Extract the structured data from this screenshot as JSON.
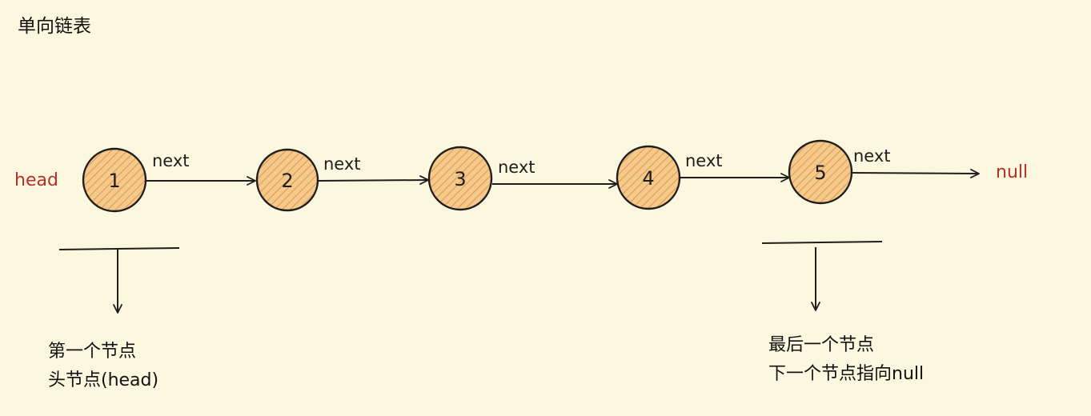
{
  "title": "单向链表",
  "head_label": "head",
  "null_label": "null",
  "nodes": [
    {
      "value": "1",
      "next_label": "next"
    },
    {
      "value": "2",
      "next_label": "next"
    },
    {
      "value": "3",
      "next_label": "next"
    },
    {
      "value": "4",
      "next_label": "next"
    },
    {
      "value": "5",
      "next_label": "next"
    }
  ],
  "annotations": {
    "first": {
      "line1": "第一个节点",
      "line2": "头节点(head)"
    },
    "last": {
      "line1": "最后一个节点",
      "line2": "下一个节点指向null"
    }
  },
  "colors": {
    "background": "#fbf8df",
    "node_fill": "#f3c98c",
    "hatch": "#e59a4a",
    "stroke": "#1e1e1e",
    "label_red": "#b5302a"
  }
}
